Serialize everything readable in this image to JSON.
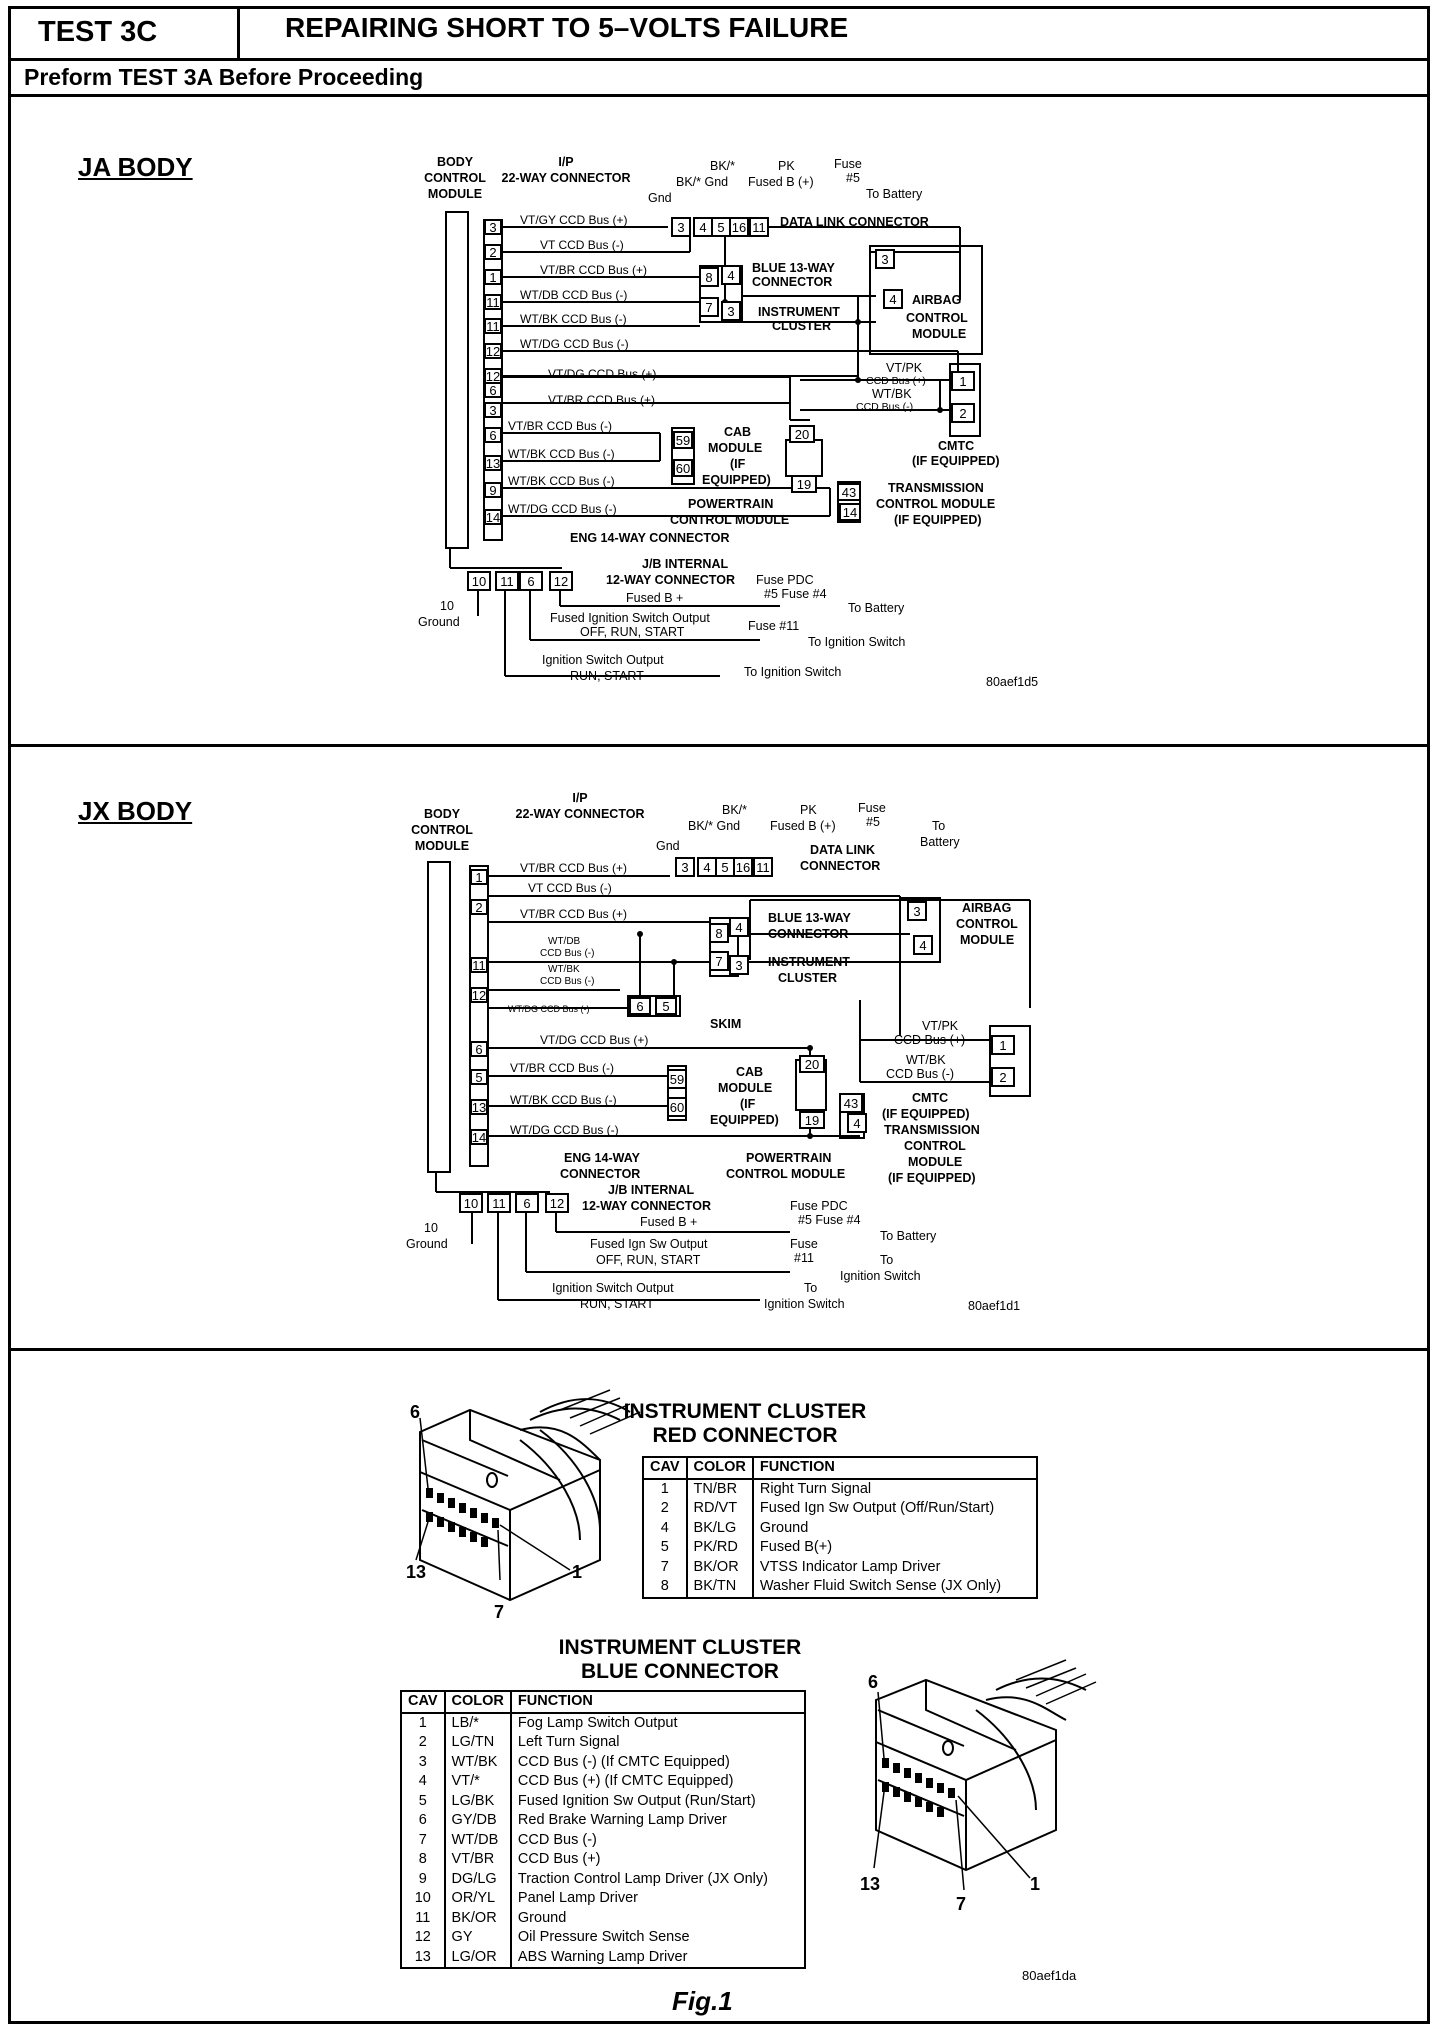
{
  "header": {
    "test_id": "TEST 3C",
    "title": "REPAIRING SHORT TO 5–VOLTS FAILURE",
    "subtitle": "Preform TEST 3A Before Proceeding"
  },
  "ja_body": {
    "title": "JA BODY",
    "code": "80aef1d5",
    "module_label": [
      "BODY",
      "CONTROL",
      "MODULE"
    ],
    "ip_label": [
      "I/P",
      "22-WAY CONNECTOR"
    ],
    "dlc_label": "DATA LINK CONNECTOR",
    "gnd_labels": [
      "BK/*",
      "BK/*  Gnd",
      "Gnd"
    ],
    "fuse_top": [
      "PK",
      "Fused B (+)",
      "Fuse",
      "#5",
      "To Battery"
    ],
    "dlc_pins": [
      "3",
      "4",
      "5",
      "16",
      "11"
    ],
    "ip_wires": [
      {
        "pin": "3",
        "label": "VT/GY  CCD Bus (+)"
      },
      {
        "pin": "2",
        "label": "VT  CCD Bus (-)"
      },
      {
        "pin": "1",
        "label": "VT/BR  CCD Bus (+)"
      },
      {
        "pin": "11",
        "label": "WT/DB  CCD Bus (-)"
      },
      {
        "pin": "11",
        "label": "WT/BK  CCD Bus (-)"
      },
      {
        "pin": "12",
        "label": "WT/DG  CCD Bus (-)"
      },
      {
        "pin": "12",
        "label": ""
      }
    ],
    "eng_wires": [
      {
        "pin": "6",
        "label": "VT/DG  CCD Bus (+)"
      },
      {
        "pin": "3",
        "label": "VT/BR  CCD Bus (+)"
      },
      {
        "pin": "6",
        "label": "VT/BR  CCD Bus (-)"
      },
      {
        "pin": "13",
        "label": "WT/BK  CCD Bus (-)"
      },
      {
        "pin": "9",
        "label": "WT/BK  CCD Bus (-)"
      },
      {
        "pin": "14",
        "label": "WT/DG  CCD Bus (-)"
      }
    ],
    "blue13_label": [
      "BLUE 13-WAY",
      "CONNECTOR"
    ],
    "blue13_pins": [
      "8",
      "4",
      "7",
      "3"
    ],
    "cluster_label": [
      "INSTRUMENT",
      "CLUSTER"
    ],
    "airbag_label": [
      "AIRBAG",
      "CONTROL",
      "MODULE"
    ],
    "airbag_pins": [
      "3",
      "4"
    ],
    "cmtc_wire_labels": [
      "VT/PK",
      "CCD Bus (+)",
      "WT/BK",
      "CCD Bus (-)"
    ],
    "cmtc_pins": [
      "1",
      "2"
    ],
    "cmtc_label": [
      "CMTC",
      "(IF EQUIPPED)"
    ],
    "cab_label": [
      "CAB",
      "MODULE",
      "(IF",
      "EQUIPPED)"
    ],
    "cab_pins": [
      "20",
      "19"
    ],
    "pcm_pins": [
      "59",
      "60"
    ],
    "pcm_label": [
      "POWERTRAIN",
      "CONTROL MODULE"
    ],
    "tcm_pins": [
      "43",
      "14"
    ],
    "tcm_label": [
      "TRANSMISSION",
      "CONTROL MODULE",
      "(IF EQUIPPED)"
    ],
    "eng_label": "ENG 14-WAY CONNECTOR",
    "jb_label": [
      "J/B INTERNAL",
      "12-WAY CONNECTOR"
    ],
    "jb_pins": [
      "10",
      "11",
      "6",
      "12"
    ],
    "ground_label": [
      "10",
      "Ground"
    ],
    "jb_wires": [
      {
        "label": "Fused B +",
        "fuse": "Fuse  PDC",
        "fuse2": "#5  Fuse #4",
        "dest": "To Battery"
      },
      {
        "label": "Fused Ignition Switch Output",
        "label2": "OFF, RUN, START",
        "fuse": "Fuse #11",
        "dest": "To Ignition Switch"
      },
      {
        "label": "Ignition Switch Output",
        "label2": "RUN, START",
        "dest": "To Ignition Switch"
      }
    ]
  },
  "jx_body": {
    "title": "JX BODY",
    "code": "80aef1d1",
    "module_label": [
      "BODY",
      "CONTROL",
      "MODULE"
    ],
    "ip_label": [
      "I/P",
      "22-WAY CONNECTOR"
    ],
    "dlc_label": [
      "DATA LINK",
      "CONNECTOR"
    ],
    "gnd_labels": [
      "BK/*",
      "BK/*  Gnd",
      "Gnd"
    ],
    "fuse_top": [
      "PK",
      "Fused B (+)",
      "Fuse",
      "#5",
      "To",
      "Battery"
    ],
    "dlc_pins": [
      "3",
      "4",
      "5",
      "16",
      "11"
    ],
    "ip_wires": [
      {
        "pin": "1",
        "label": "VT/BR  CCD Bus (+)"
      },
      {
        "pin": "1",
        "label": "VT  CCD Bus (-)"
      },
      {
        "pin": "2",
        "label": "VT/BR  CCD Bus (+)"
      },
      {
        "pin": "11",
        "label": "WT/DB"
      },
      {
        "pin": "11",
        "label": "CCD Bus (-)"
      },
      {
        "pin": "12",
        "label": "WT/BK"
      },
      {
        "pin": "12",
        "label": "CCD Bus (-)"
      },
      {
        "pin": "12",
        "label": "WT/DG CCD Bus (-)"
      }
    ],
    "skim_label": "SKIM",
    "skim_pins": [
      "6",
      "5"
    ],
    "eng_wires": [
      {
        "pin": "6",
        "label": "VT/DG  CCD Bus (+)"
      },
      {
        "pin": "5",
        "label": "VT/BR  CCD Bus (-)"
      },
      {
        "pin": "13",
        "label": "WT/BK  CCD Bus (-)"
      },
      {
        "pin": "14",
        "label": "WT/DG  CCD Bus (-)"
      }
    ],
    "blue13_label": [
      "BLUE 13-WAY",
      "CONNECTOR"
    ],
    "blue13_pins": [
      "8",
      "4",
      "7",
      "3"
    ],
    "cluster_label": [
      "INSTRUMENT",
      "CLUSTER"
    ],
    "airbag_label": [
      "AIRBAG",
      "CONTROL",
      "MODULE"
    ],
    "airbag_pins": [
      "3",
      "4"
    ],
    "cmtc_wire_labels": [
      "VT/PK",
      "CCD Bus (+)",
      "WT/BK",
      "CCD Bus (-)"
    ],
    "cmtc_pins": [
      "1",
      "2"
    ],
    "cmtc_label": [
      "CMTC",
      "(IF EQUIPPED)"
    ],
    "cab_label": [
      "CAB",
      "MODULE",
      "(IF",
      "EQUIPPED)"
    ],
    "cab_pins": [
      "20",
      "19"
    ],
    "pcm_pins": [
      "59",
      "60"
    ],
    "pcm_label": [
      "POWERTRAIN",
      "CONTROL MODULE"
    ],
    "tcm_pins": [
      "43",
      "4"
    ],
    "tcm_label": [
      "TRANSMISSION",
      "CONTROL",
      "MODULE",
      "(IF EQUIPPED)"
    ],
    "eng_label": [
      "ENG 14-WAY",
      "CONNECTOR"
    ],
    "jb_label": [
      "J/B INTERNAL",
      "12-WAY CONNECTOR"
    ],
    "jb_pins": [
      "10",
      "11",
      "6",
      "12"
    ],
    "ground_label": [
      "10",
      "Ground"
    ],
    "jb_wires": [
      {
        "label": "Fused B +",
        "fuse": "Fuse  PDC",
        "fuse2": "#5  Fuse #4",
        "dest": "To Battery"
      },
      {
        "label": "Fused Ign Sw Output",
        "label2": "OFF, RUN, START",
        "fuse": "Fuse",
        "fuse2": "#11",
        "dest": "To",
        "dest2": "Ignition Switch"
      },
      {
        "label": "Ignition Switch Output",
        "label2": "RUN, START",
        "dest": "To",
        "dest2": "Ignition Switch"
      }
    ]
  },
  "red_connector": {
    "title": [
      "INSTRUMENT CLUSTER",
      "RED CONNECTOR"
    ],
    "callouts": [
      "6",
      "13",
      "7",
      "1"
    ],
    "headers": [
      "CAV",
      "COLOR",
      "FUNCTION"
    ],
    "rows": [
      [
        "1",
        "TN/BR",
        "Right Turn Signal"
      ],
      [
        "2",
        "RD/VT",
        "Fused Ign Sw Output (Off/Run/Start)"
      ],
      [
        "4",
        "BK/LG",
        "Ground"
      ],
      [
        "5",
        "PK/RD",
        "Fused B(+)"
      ],
      [
        "7",
        "BK/OR",
        "VTSS Indicator Lamp Driver"
      ],
      [
        "8",
        "BK/TN",
        "Washer Fluid Switch Sense (JX Only)"
      ]
    ]
  },
  "blue_connector": {
    "title": [
      "INSTRUMENT CLUSTER",
      "BLUE CONNECTOR"
    ],
    "callouts": [
      "6",
      "13",
      "7",
      "1"
    ],
    "headers": [
      "CAV",
      "COLOR",
      "FUNCTION"
    ],
    "rows": [
      [
        "1",
        "LB/*",
        "Fog Lamp Switch Output"
      ],
      [
        "2",
        "LG/TN",
        "Left Turn Signal"
      ],
      [
        "3",
        "WT/BK",
        "CCD Bus (-) (If CMTC Equipped)"
      ],
      [
        "4",
        "VT/*",
        "CCD Bus (+) (If CMTC Equipped)"
      ],
      [
        "5",
        "LG/BK",
        "Fused Ignition Sw Output (Run/Start)"
      ],
      [
        "6",
        "GY/DB",
        "Red Brake Warning Lamp Driver"
      ],
      [
        "7",
        "WT/DB",
        "CCD Bus (-)"
      ],
      [
        "8",
        "VT/BR",
        "CCD Bus (+)"
      ],
      [
        "9",
        "DG/LG",
        "Traction Control Lamp Driver (JX Only)"
      ],
      [
        "10",
        "OR/YL",
        "Panel Lamp Driver"
      ],
      [
        "11",
        "BK/OR",
        "Ground"
      ],
      [
        "12",
        "GY",
        "Oil Pressure Switch Sense"
      ],
      [
        "13",
        "LG/OR",
        "ABS Warning Lamp Driver"
      ]
    ]
  },
  "figure": {
    "code": "80aef1da",
    "caption": "Fig.1"
  }
}
